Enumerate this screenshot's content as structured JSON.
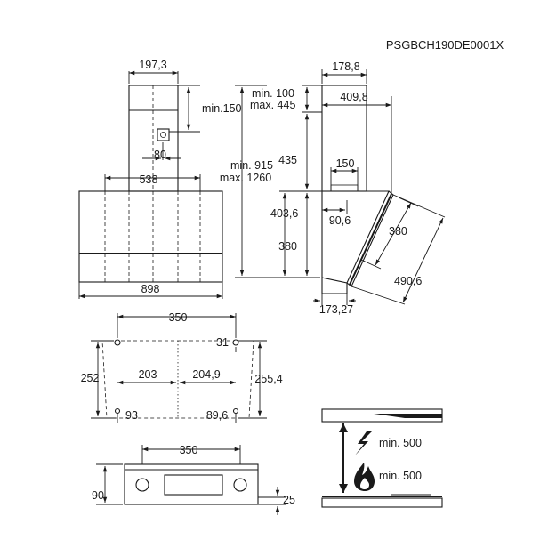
{
  "model_code": "PSGBCH190DE0001X",
  "front_view": {
    "chimney_width": "197,3",
    "chimney_gap": "min.150",
    "socket_offset": "80",
    "chimney_bracket_width": "538",
    "hood_width": "898"
  },
  "side_view": {
    "chimney_depth": "178,8",
    "top_gap_min": "min. 100",
    "top_gap_max": "max. 445",
    "overall_depth": "409,8",
    "total_height_min": "min. 915",
    "total_height_max": "max. 1260",
    "chimney_height": "435",
    "outlet_width": "150",
    "lower_height": "403,6",
    "outlet_offset": "90,6",
    "body_height": "380",
    "panel_height": "380",
    "panel_length": "490,6",
    "base_depth": "173,27"
  },
  "mounting_plan": {
    "top_hole_spacing": "350",
    "top_hole_offset": "31",
    "left_height": "252",
    "right_height": "255,4",
    "left_centre": "203",
    "right_centre": "204,9",
    "left_bottom_hole": "93",
    "right_bottom_hole": "89,6"
  },
  "bracket_view": {
    "hole_spacing": "350",
    "bracket_height": "90",
    "bottom_offset": "25"
  },
  "clearance": {
    "electric_label": "min. 500",
    "gas_label": "min. 500"
  }
}
